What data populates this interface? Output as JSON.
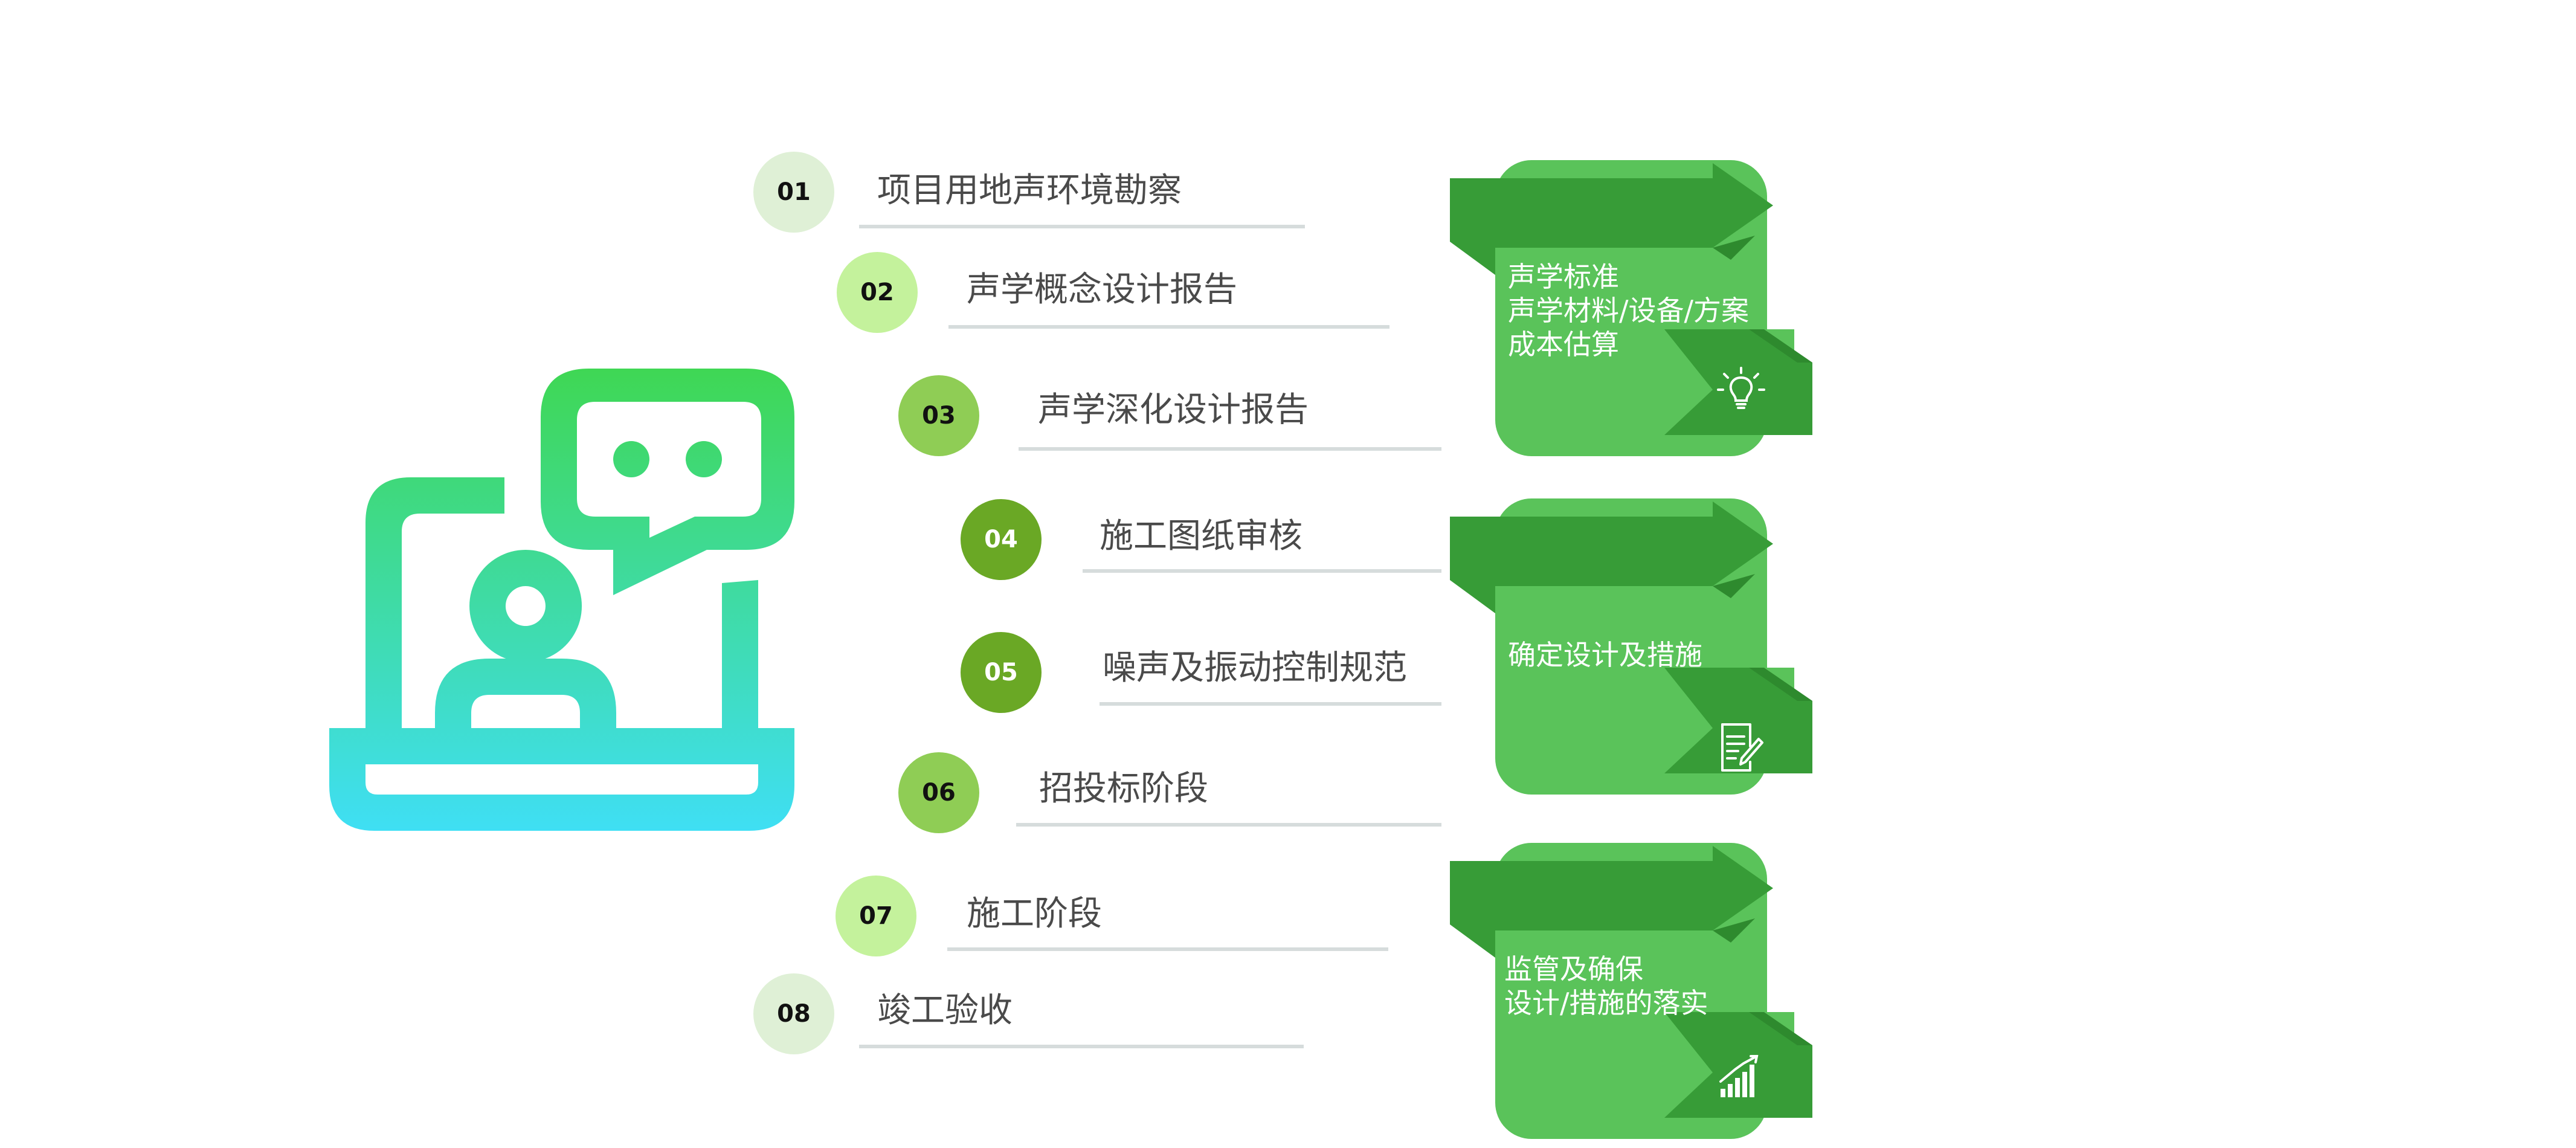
{
  "steps": [
    {
      "num": "01",
      "label": "项目用地声环境勘察"
    },
    {
      "num": "02",
      "label": "声学概念设计报告"
    },
    {
      "num": "03",
      "label": "声学深化设计报告"
    },
    {
      "num": "04",
      "label": "施工图纸审核"
    },
    {
      "num": "05",
      "label": "噪声及振动控制规范"
    },
    {
      "num": "06",
      "label": "招投标阶段"
    },
    {
      "num": "07",
      "label": "施工阶段"
    },
    {
      "num": "08",
      "label": "竣工验收"
    }
  ],
  "boxes": [
    {
      "lines": [
        "声学标准",
        "声学材料/设备/方案",
        "成本估算"
      ],
      "icon": "lightbulb-icon"
    },
    {
      "lines": [
        "确定设计及措施"
      ],
      "icon": "document-pen-icon"
    },
    {
      "lines": [
        "监管及确保",
        "设计/措施的落实"
      ],
      "icon": "bar-chart-icon"
    }
  ],
  "colors": {
    "pale": "#dff0d6",
    "light": "#c4f29c",
    "mid": "#8fcd55",
    "dark": "#6aa825",
    "box": "#5ac35a",
    "arrow": "#379c37",
    "illustration_top": "#3fd752",
    "illustration_bottom": "#3fdff5"
  }
}
